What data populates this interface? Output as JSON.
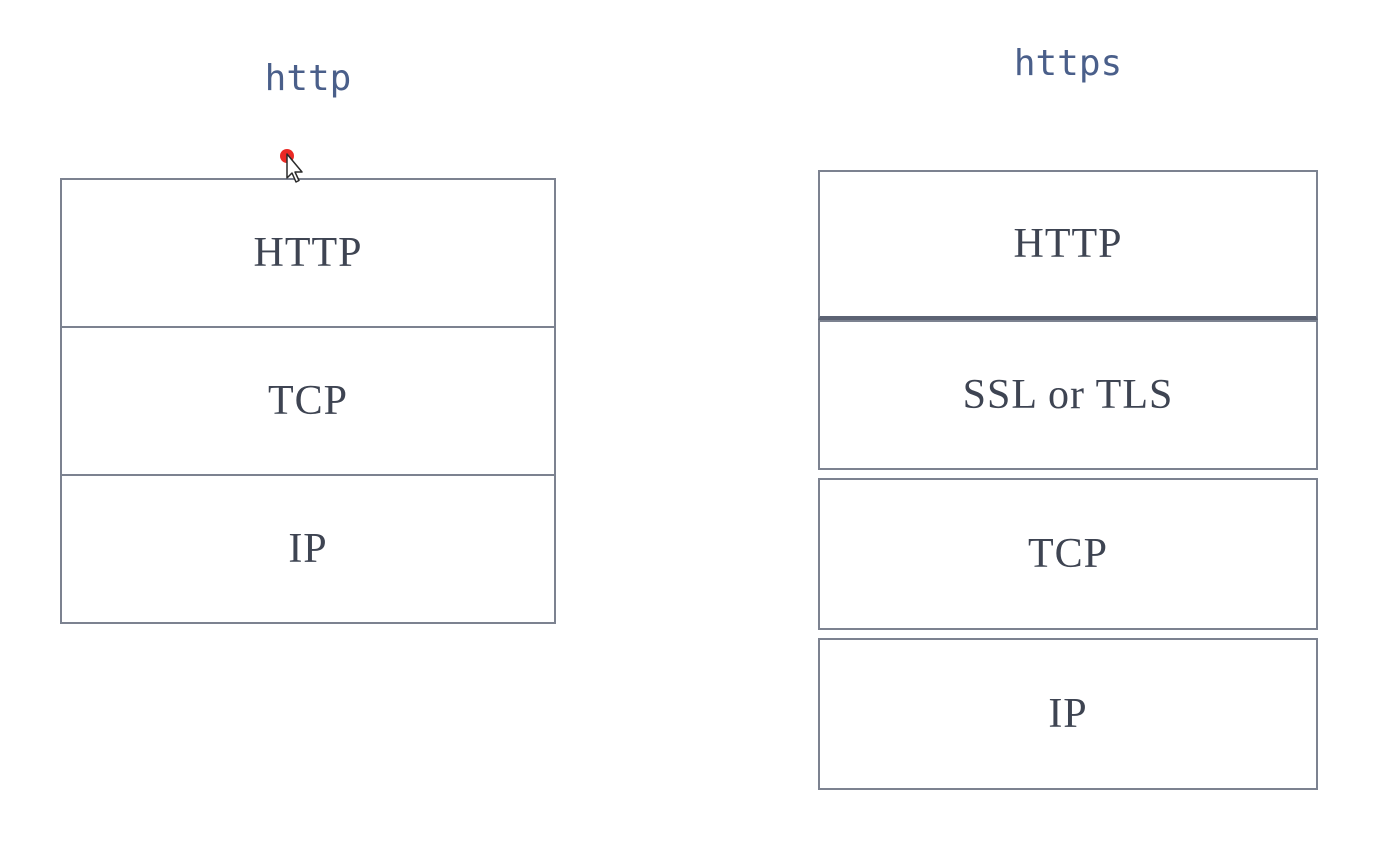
{
  "http_stack": {
    "title": "http",
    "layers": [
      "HTTP",
      "TCP",
      "IP"
    ]
  },
  "https_stack": {
    "title": "https",
    "layers": [
      "HTTP",
      "SSL or TLS",
      "TCP",
      "IP"
    ]
  },
  "colors": {
    "title_text": "#4a5f8a",
    "layer_text": "#3e4452",
    "border": "#7c8290",
    "cursor_dot": "#e8120c"
  }
}
